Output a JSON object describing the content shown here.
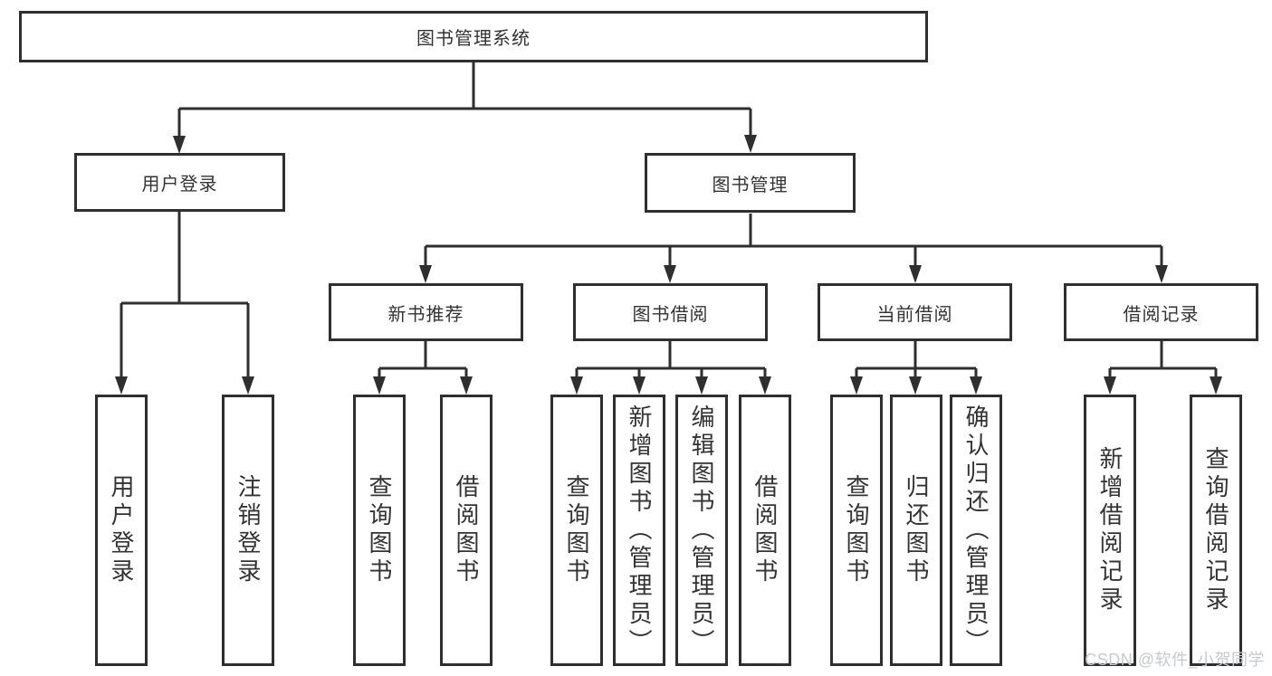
{
  "diagram": {
    "root": "图书管理系统",
    "level2": {
      "user_login": "用户登录",
      "book_mgmt": "图书管理"
    },
    "level3": {
      "new_book_rec": "新书推荐",
      "book_borrow": "图书借阅",
      "current_borrow": "当前借阅",
      "borrow_record": "借阅记录"
    },
    "leaves": {
      "login": "用户登录",
      "logout": "注销登录",
      "rec_query": "查询图书",
      "rec_borrow": "借阅图书",
      "bb_query": "查询图书",
      "bb_add": "新增图书（管理员）",
      "bb_edit": "编辑图书（管理员）",
      "bb_borrow": "借阅图书",
      "cb_query": "查询图书",
      "cb_return": "归还图书",
      "cb_confirm": "确认归还（管理员）",
      "br_add": "新增借阅记录",
      "br_query": "查询借阅记录"
    }
  },
  "watermark": "CSDN @软件_小贺同学",
  "colors": {
    "line": "#2f2f2f",
    "text": "#333333",
    "watermark": "#c6cacd",
    "background": "#ffffff"
  }
}
